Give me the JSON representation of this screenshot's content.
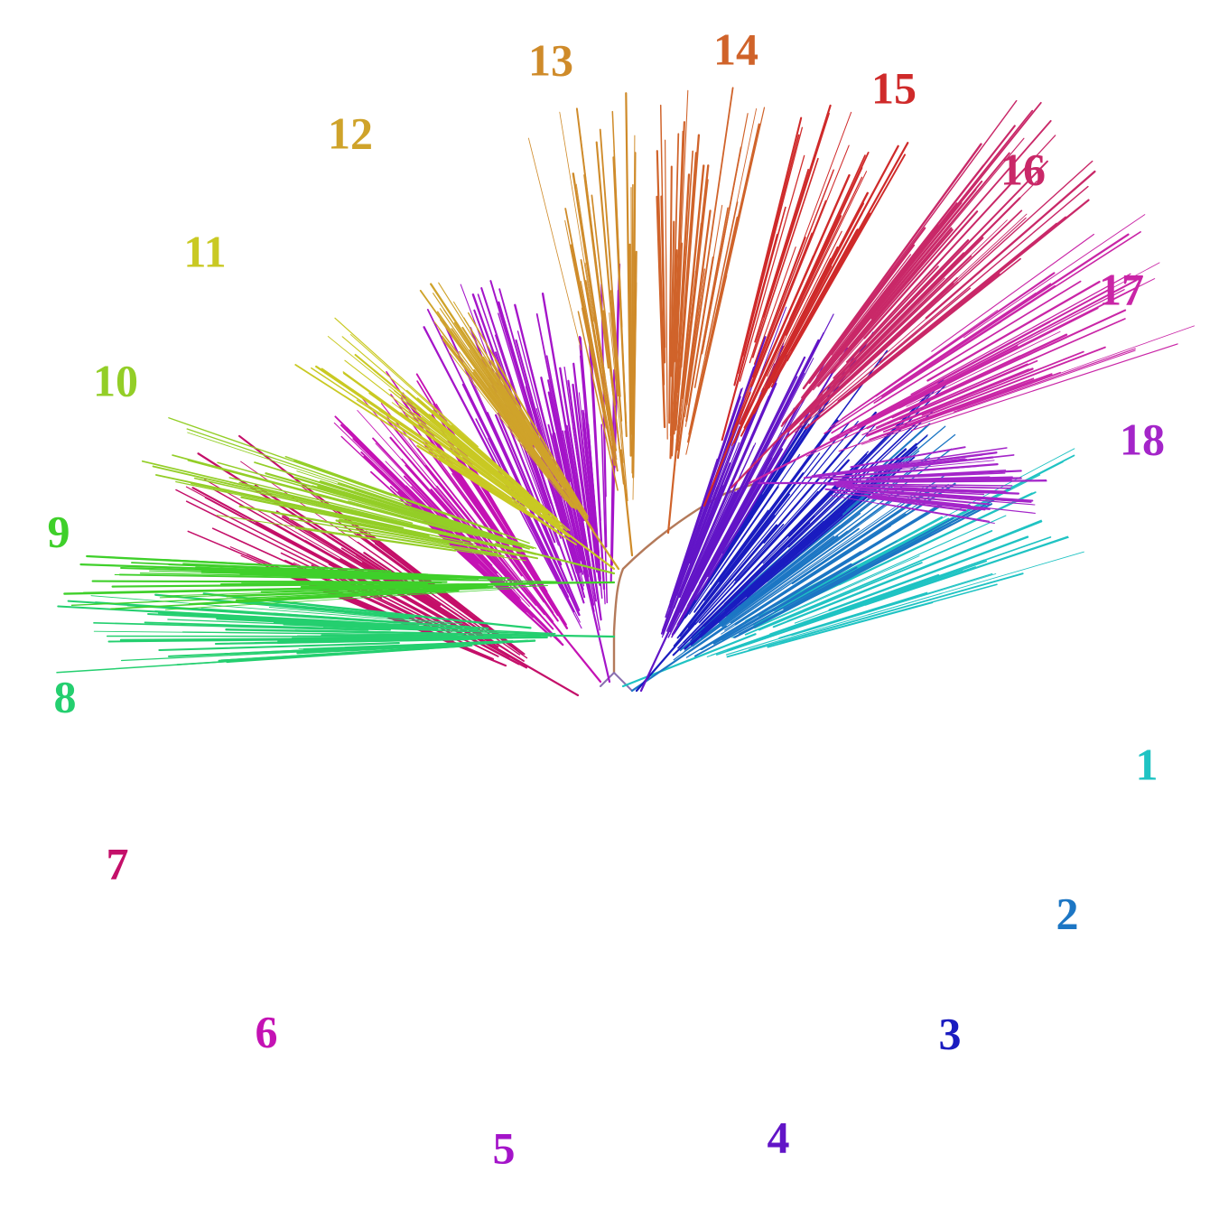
{
  "clades": [
    {
      "label": "1",
      "color": "#1fc3c3"
    },
    {
      "label": "2",
      "color": "#1c76c4"
    },
    {
      "label": "3",
      "color": "#1a1cc0"
    },
    {
      "label": "4",
      "color": "#6215c7"
    },
    {
      "label": "5",
      "color": "#a414c9"
    },
    {
      "label": "6",
      "color": "#c412b4"
    },
    {
      "label": "7",
      "color": "#c40f69"
    },
    {
      "label": "8",
      "color": "#24cf6f"
    },
    {
      "label": "9",
      "color": "#3fd02a"
    },
    {
      "label": "10",
      "color": "#93ce27"
    },
    {
      "label": "11",
      "color": "#c9c923"
    },
    {
      "label": "12",
      "color": "#cfa32a"
    },
    {
      "label": "13",
      "color": "#cf8b2a"
    },
    {
      "label": "14",
      "color": "#d0632a"
    },
    {
      "label": "15",
      "color": "#cf2a2a"
    },
    {
      "label": "16",
      "color": "#c92868"
    },
    {
      "label": "17",
      "color": "#c925a6"
    },
    {
      "label": "18",
      "color": "#a425c9"
    }
  ]
}
